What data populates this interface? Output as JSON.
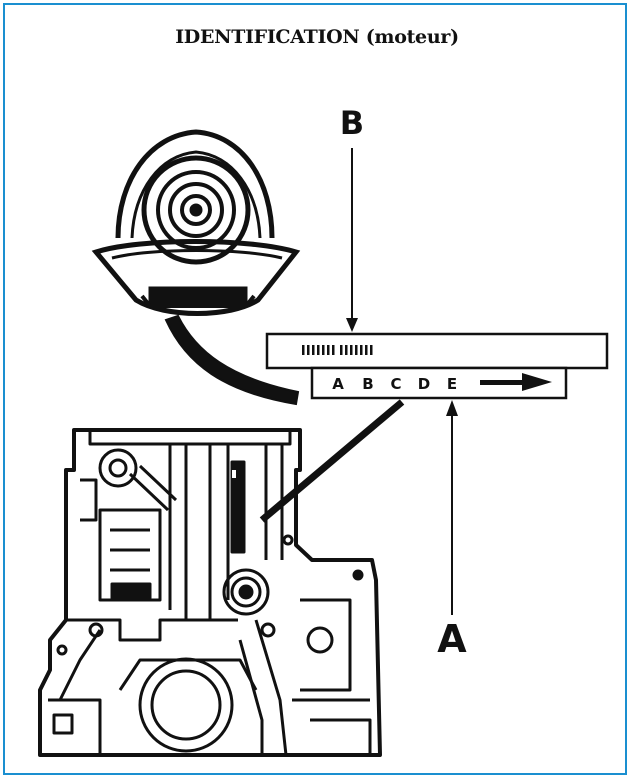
{
  "title": "IDENTIFICATION (moteur)",
  "labels": {
    "a": "A",
    "b": "B"
  },
  "plate": {
    "letters": [
      "A",
      "B",
      "C",
      "D",
      "E"
    ]
  },
  "colors": {
    "frame_border": "#1a8fd0",
    "ink": "#111111"
  }
}
